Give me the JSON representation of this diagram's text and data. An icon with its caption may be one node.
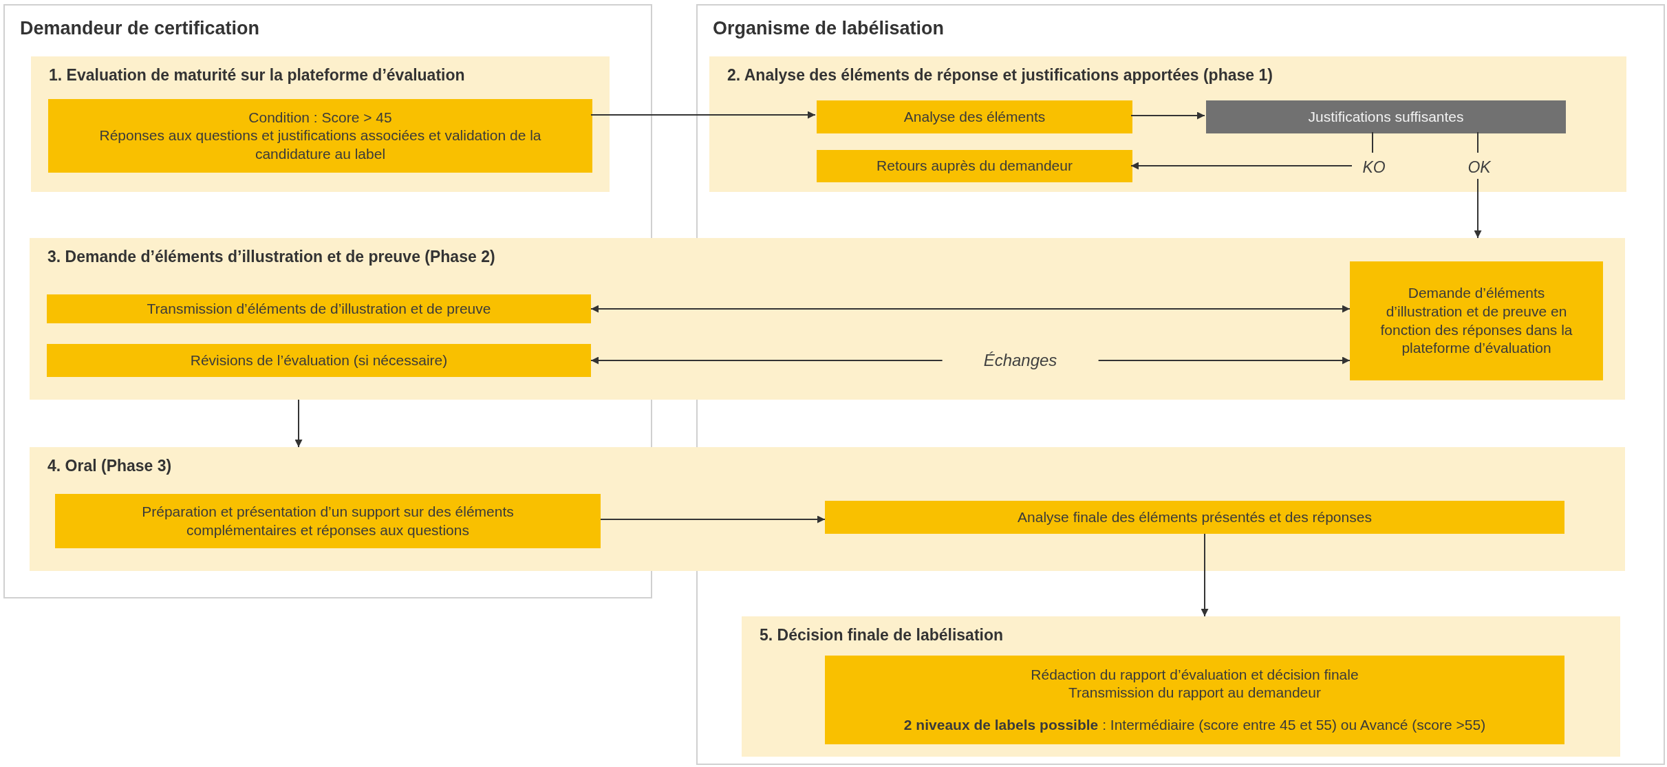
{
  "diagram": {
    "nodes": [
      {
        "text": [
          "Demandeur de certification"
        ]
      },
      {
        "text": [
          "1. Evaluation de maturité sur la plateforme d’évaluation"
        ],
        "in": 0
      },
      {
        "text": [
          "Condition : Score > 45",
          "Réponses aux questions et justifications associées et validation de la candidature au label"
        ],
        "in": 1
      },
      {
        "text": [
          "Organisme de labélisation"
        ]
      },
      {
        "text": [
          "2. Analyse des éléments de réponse et justifications apportées (phase 1)"
        ],
        "in": 3
      },
      {
        "text": [
          "Analyse des éléments"
        ],
        "in": 4
      },
      {
        "text": [
          "Justifications suffisantes"
        ],
        "in": 4
      },
      {
        "text": [
          "KO"
        ],
        "in": 4
      },
      {
        "text": [
          "OK"
        ],
        "in": 4
      },
      {
        "text": [
          "Retours auprès du demandeur"
        ],
        "in": 4
      },
      {
        "text": [
          "3. Demande d’éléments d’illustration et de preuve (Phase 2)"
        ]
      },
      {
        "text": [
          "Transmission d’éléments de d’illustration et de preuve"
        ],
        "in": 10
      },
      {
        "text": [
          "Demande d’éléments d’illustration et de preuve en fonction des réponses dans la plateforme d’évaluation"
        ],
        "in": 10
      },
      {
        "text": [
          "Révisions de l’évaluation (si nécessaire)"
        ],
        "in": 10
      },
      {
        "text": [
          "4. Oral (Phase 3)"
        ]
      },
      {
        "text": [
          "Préparation et présentation d’un support sur des éléments complémentaires et réponses aux questions"
        ],
        "in": 14
      },
      {
        "text": [
          "Analyse finale des éléments présentés et des réponses"
        ],
        "in": 14
      },
      {
        "text": [
          "5. Décision finale de labélisation"
        ]
      },
      {
        "text": [
          "Rédaction du rapport d’évaluation et décision finale",
          "Transmission du rapport au demandeur",
          "**2 niveaux de labels possible** : Intermédiaire (score entre 45 et 55) ou Avancé (score >55)"
        ],
        "in": 17
      }
    ],
    "edges": [
      {
        "from": 2,
        "to": 5,
        "arrow": "to"
      },
      {
        "from": 5,
        "to": 6,
        "arrow": "to"
      },
      {
        "from": 6,
        "to": 7,
        "arrow": "none"
      },
      {
        "from": 6,
        "to": 8,
        "arrow": "none"
      },
      {
        "from": 7,
        "to": 9,
        "arrow": "to"
      },
      {
        "from": 8,
        "to": 10,
        "arrow": "to"
      },
      {
        "from": 11,
        "to": 12,
        "arrow": "both"
      },
      {
        "from": 13,
        "to": 12,
        "arrow": "both",
        "label": "Échanges"
      },
      {
        "from": 10,
        "to": 14,
        "arrow": "to"
      },
      {
        "from": 15,
        "to": 16,
        "arrow": "to"
      },
      {
        "from": 16,
        "to": 17,
        "arrow": "to"
      }
    ]
  }
}
